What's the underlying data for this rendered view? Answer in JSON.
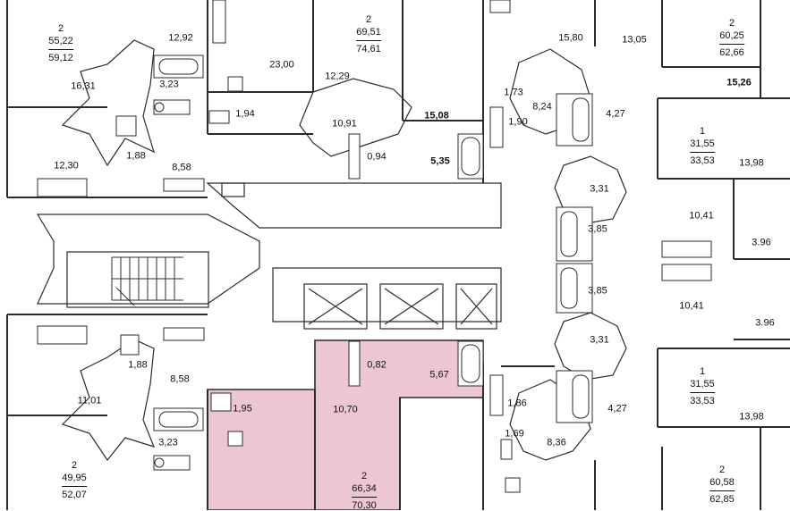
{
  "colors": {
    "highlight": "#ecc7d1",
    "wall": "#2b2b2b"
  },
  "apartments": [
    {
      "id": "apt-top-left",
      "rooms": "2",
      "area": "55,22",
      "total": "59,12"
    },
    {
      "id": "apt-top-center",
      "rooms": "2",
      "area": "69,51",
      "total": "74,61"
    },
    {
      "id": "apt-top-right",
      "rooms": "2",
      "area": "60,25",
      "total": "62,66"
    },
    {
      "id": "apt-right-upper",
      "rooms": "1",
      "area": "31,55",
      "total": "33,53"
    },
    {
      "id": "apt-right-lower",
      "rooms": "1",
      "area": "31,55",
      "total": "33,53"
    },
    {
      "id": "apt-bottom-left",
      "rooms": "2",
      "area": "49,95",
      "total": "52,07"
    },
    {
      "id": "apt-bottom-center-selected",
      "rooms": "2",
      "area": "66,34",
      "total": "70,30"
    },
    {
      "id": "apt-bottom-right",
      "rooms": "2",
      "area": "60,58",
      "total": "62,85"
    }
  ],
  "rooms": [
    {
      "v": "12,92",
      "bold": false
    },
    {
      "v": "16,31",
      "bold": false
    },
    {
      "v": "3,23",
      "bold": false
    },
    {
      "v": "23,00",
      "bold": false
    },
    {
      "v": "12,29",
      "bold": false
    },
    {
      "v": "1,94",
      "bold": false
    },
    {
      "v": "10,91",
      "bold": false
    },
    {
      "v": "15,08",
      "bold": true
    },
    {
      "v": "0,94",
      "bold": false
    },
    {
      "v": "5,35",
      "bold": true
    },
    {
      "v": "12,30",
      "bold": false
    },
    {
      "v": "1,88",
      "bold": false
    },
    {
      "v": "8,58",
      "bold": false
    },
    {
      "v": "15,80",
      "bold": false
    },
    {
      "v": "13,05",
      "bold": false
    },
    {
      "v": "15,26",
      "bold": true
    },
    {
      "v": "1,73",
      "bold": false
    },
    {
      "v": "1,90",
      "bold": false
    },
    {
      "v": "8,24",
      "bold": false
    },
    {
      "v": "4,27",
      "bold": false
    },
    {
      "v": "13,98",
      "bold": false
    },
    {
      "v": "3,31",
      "bold": false
    },
    {
      "v": "3,85",
      "bold": false
    },
    {
      "v": "10,41",
      "bold": false
    },
    {
      "v": "3.96",
      "bold": false
    },
    {
      "v": "3,85",
      "bold": false
    },
    {
      "v": "10,41",
      "bold": false
    },
    {
      "v": "3.96",
      "bold": false
    },
    {
      "v": "3,31",
      "bold": false
    },
    {
      "v": "0,82",
      "bold": false
    },
    {
      "v": "5,67",
      "bold": false
    },
    {
      "v": "1,88",
      "bold": false
    },
    {
      "v": "8,58",
      "bold": false
    },
    {
      "v": "11,01",
      "bold": false
    },
    {
      "v": "10,70",
      "bold": false
    },
    {
      "v": "1,95",
      "bold": false
    },
    {
      "v": "3,23",
      "bold": false
    },
    {
      "v": "1,86",
      "bold": false
    },
    {
      "v": "1,69",
      "bold": false
    },
    {
      "v": "8,36",
      "bold": false
    },
    {
      "v": "4,27",
      "bold": false
    },
    {
      "v": "13,98",
      "bold": false
    }
  ]
}
